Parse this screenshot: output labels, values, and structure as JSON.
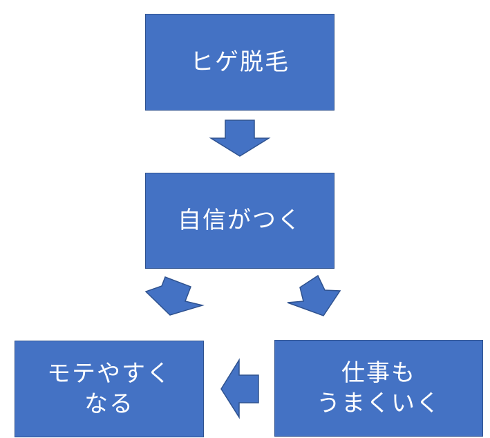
{
  "diagram": {
    "nodes": {
      "top": {
        "text": "ヒゲ脱毛"
      },
      "middle": {
        "text": "自信がつく"
      },
      "left": {
        "lines": [
          "モテやすく",
          "なる"
        ]
      },
      "right": {
        "lines": [
          "仕事も",
          "うまくいく"
        ]
      }
    },
    "edges": [
      {
        "from": "top",
        "to": "middle"
      },
      {
        "from": "middle",
        "to": "left"
      },
      {
        "from": "middle",
        "to": "right"
      },
      {
        "from": "right",
        "to": "left"
      }
    ],
    "colors": {
      "box_fill": "#4472c4",
      "box_border": "#2f528f",
      "text": "#ffffff"
    }
  }
}
